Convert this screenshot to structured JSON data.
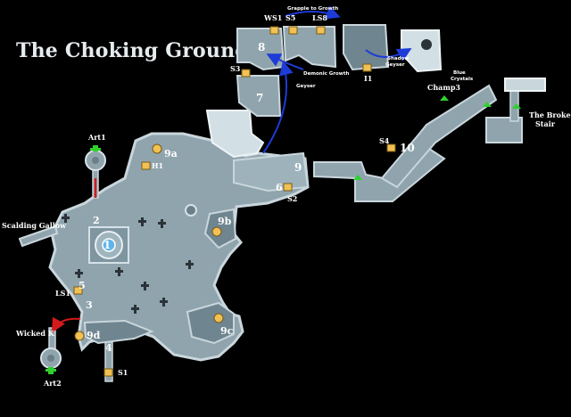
{
  "map": {
    "title": "The Choking Grounds",
    "colors": {
      "background": "#000000",
      "floor": "#8fa4ad",
      "floor_dark": "#63777f",
      "wall": "#c9d6dc",
      "upper_area": "#d2e0e6",
      "route_arrow": "#1d3bd6",
      "danger_arrow": "#d41a1a",
      "exit_marker": "#2fd12f",
      "badge_fill": "#f1c154",
      "badge_border": "#7a5a15"
    },
    "labels": {
      "zone_1": "1",
      "zone_2": "2",
      "zone_3": "3",
      "zone_4": "4",
      "zone_5": "5",
      "zone_6": "6",
      "zone_7": "7",
      "zone_8": "8",
      "zone_9": "9",
      "zone_9a": "9a",
      "zone_9b": "9b",
      "zone_9c": "9c",
      "zone_9d": "9d",
      "zone_10": "10",
      "art1": "Art1",
      "art2": "Art2",
      "h1": "H1",
      "s1": "S1",
      "s2": "S2",
      "s3": "S3",
      "s4": "S4",
      "s5": "S5",
      "ws1": "WS1",
      "ls1": "LS1",
      "ls8": "LS8",
      "i1": "I1",
      "champ3": "Champ3",
      "scalding_gallow": "Scalding Gallow",
      "wicked_k": "Wicked K",
      "broken_stair_1": "The Broken",
      "broken_stair_2": "Stair",
      "blue_crystals_1": "Blue",
      "blue_crystals_2": "Crystals",
      "grapple": "Grapple to Growth",
      "demonic_growth": "Demonic Growth",
      "geyser": "Geyser",
      "shadow_geyser_1": "Shadow",
      "shadow_geyser_2": "Geyser"
    },
    "icons": [
      "art-portal-icon",
      "secret-icon",
      "lore-icon",
      "exit-arrow-icon",
      "grave-cross-icon"
    ]
  }
}
